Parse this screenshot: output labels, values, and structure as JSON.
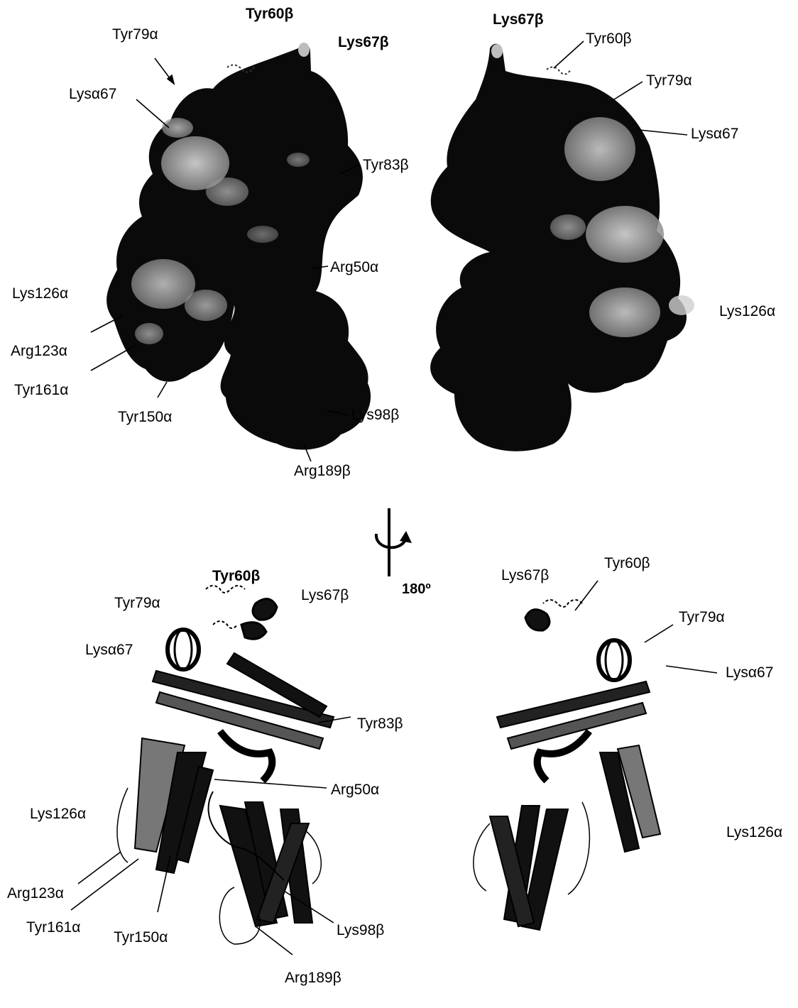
{
  "top_left": {
    "tyr60b": "Tyr60β",
    "lys67b": "Lys67β",
    "tyr79a": "Tyr79α",
    "lysa67": "Lysα67",
    "tyr83b": "Tyr83β",
    "arg50a": "Arg50α",
    "lys126a": "Lys126α",
    "arg123a": "Arg123α",
    "tyr161a": "Tyr161α",
    "tyr150a": "Tyr150α",
    "lys98b": "Lys98β",
    "arg189b": "Arg189β"
  },
  "top_right": {
    "lys67b": "Lys67β",
    "tyr60b": "Tyr60β",
    "tyr79a": "Tyr79α",
    "lysa67": "Lysα67",
    "lys126a": "Lys126α"
  },
  "rotation": {
    "angle": "180º"
  },
  "bottom_left": {
    "tyr60b": "Tyr60β",
    "lys67b": "Lys67β",
    "tyr79a": "Tyr79α",
    "lysa67": "Lysα67",
    "tyr83b": "Tyr83β",
    "arg50a": "Arg50α",
    "lys126a": "Lys126α",
    "arg123a": "Arg123α",
    "tyr161a": "Tyr161α",
    "tyr150a": "Tyr150α",
    "lys98b": "Lys98β",
    "arg189b": "Arg189β"
  },
  "bottom_right": {
    "lys67b": "Lys67β",
    "tyr60b": "Tyr60β",
    "tyr79a": "Tyr79α",
    "lysa67": "Lysα67",
    "lys126a": "Lys126α"
  },
  "colors": {
    "surface": "#0a0a0a",
    "background": "#ffffff",
    "highlight": "#d8d8d8"
  }
}
